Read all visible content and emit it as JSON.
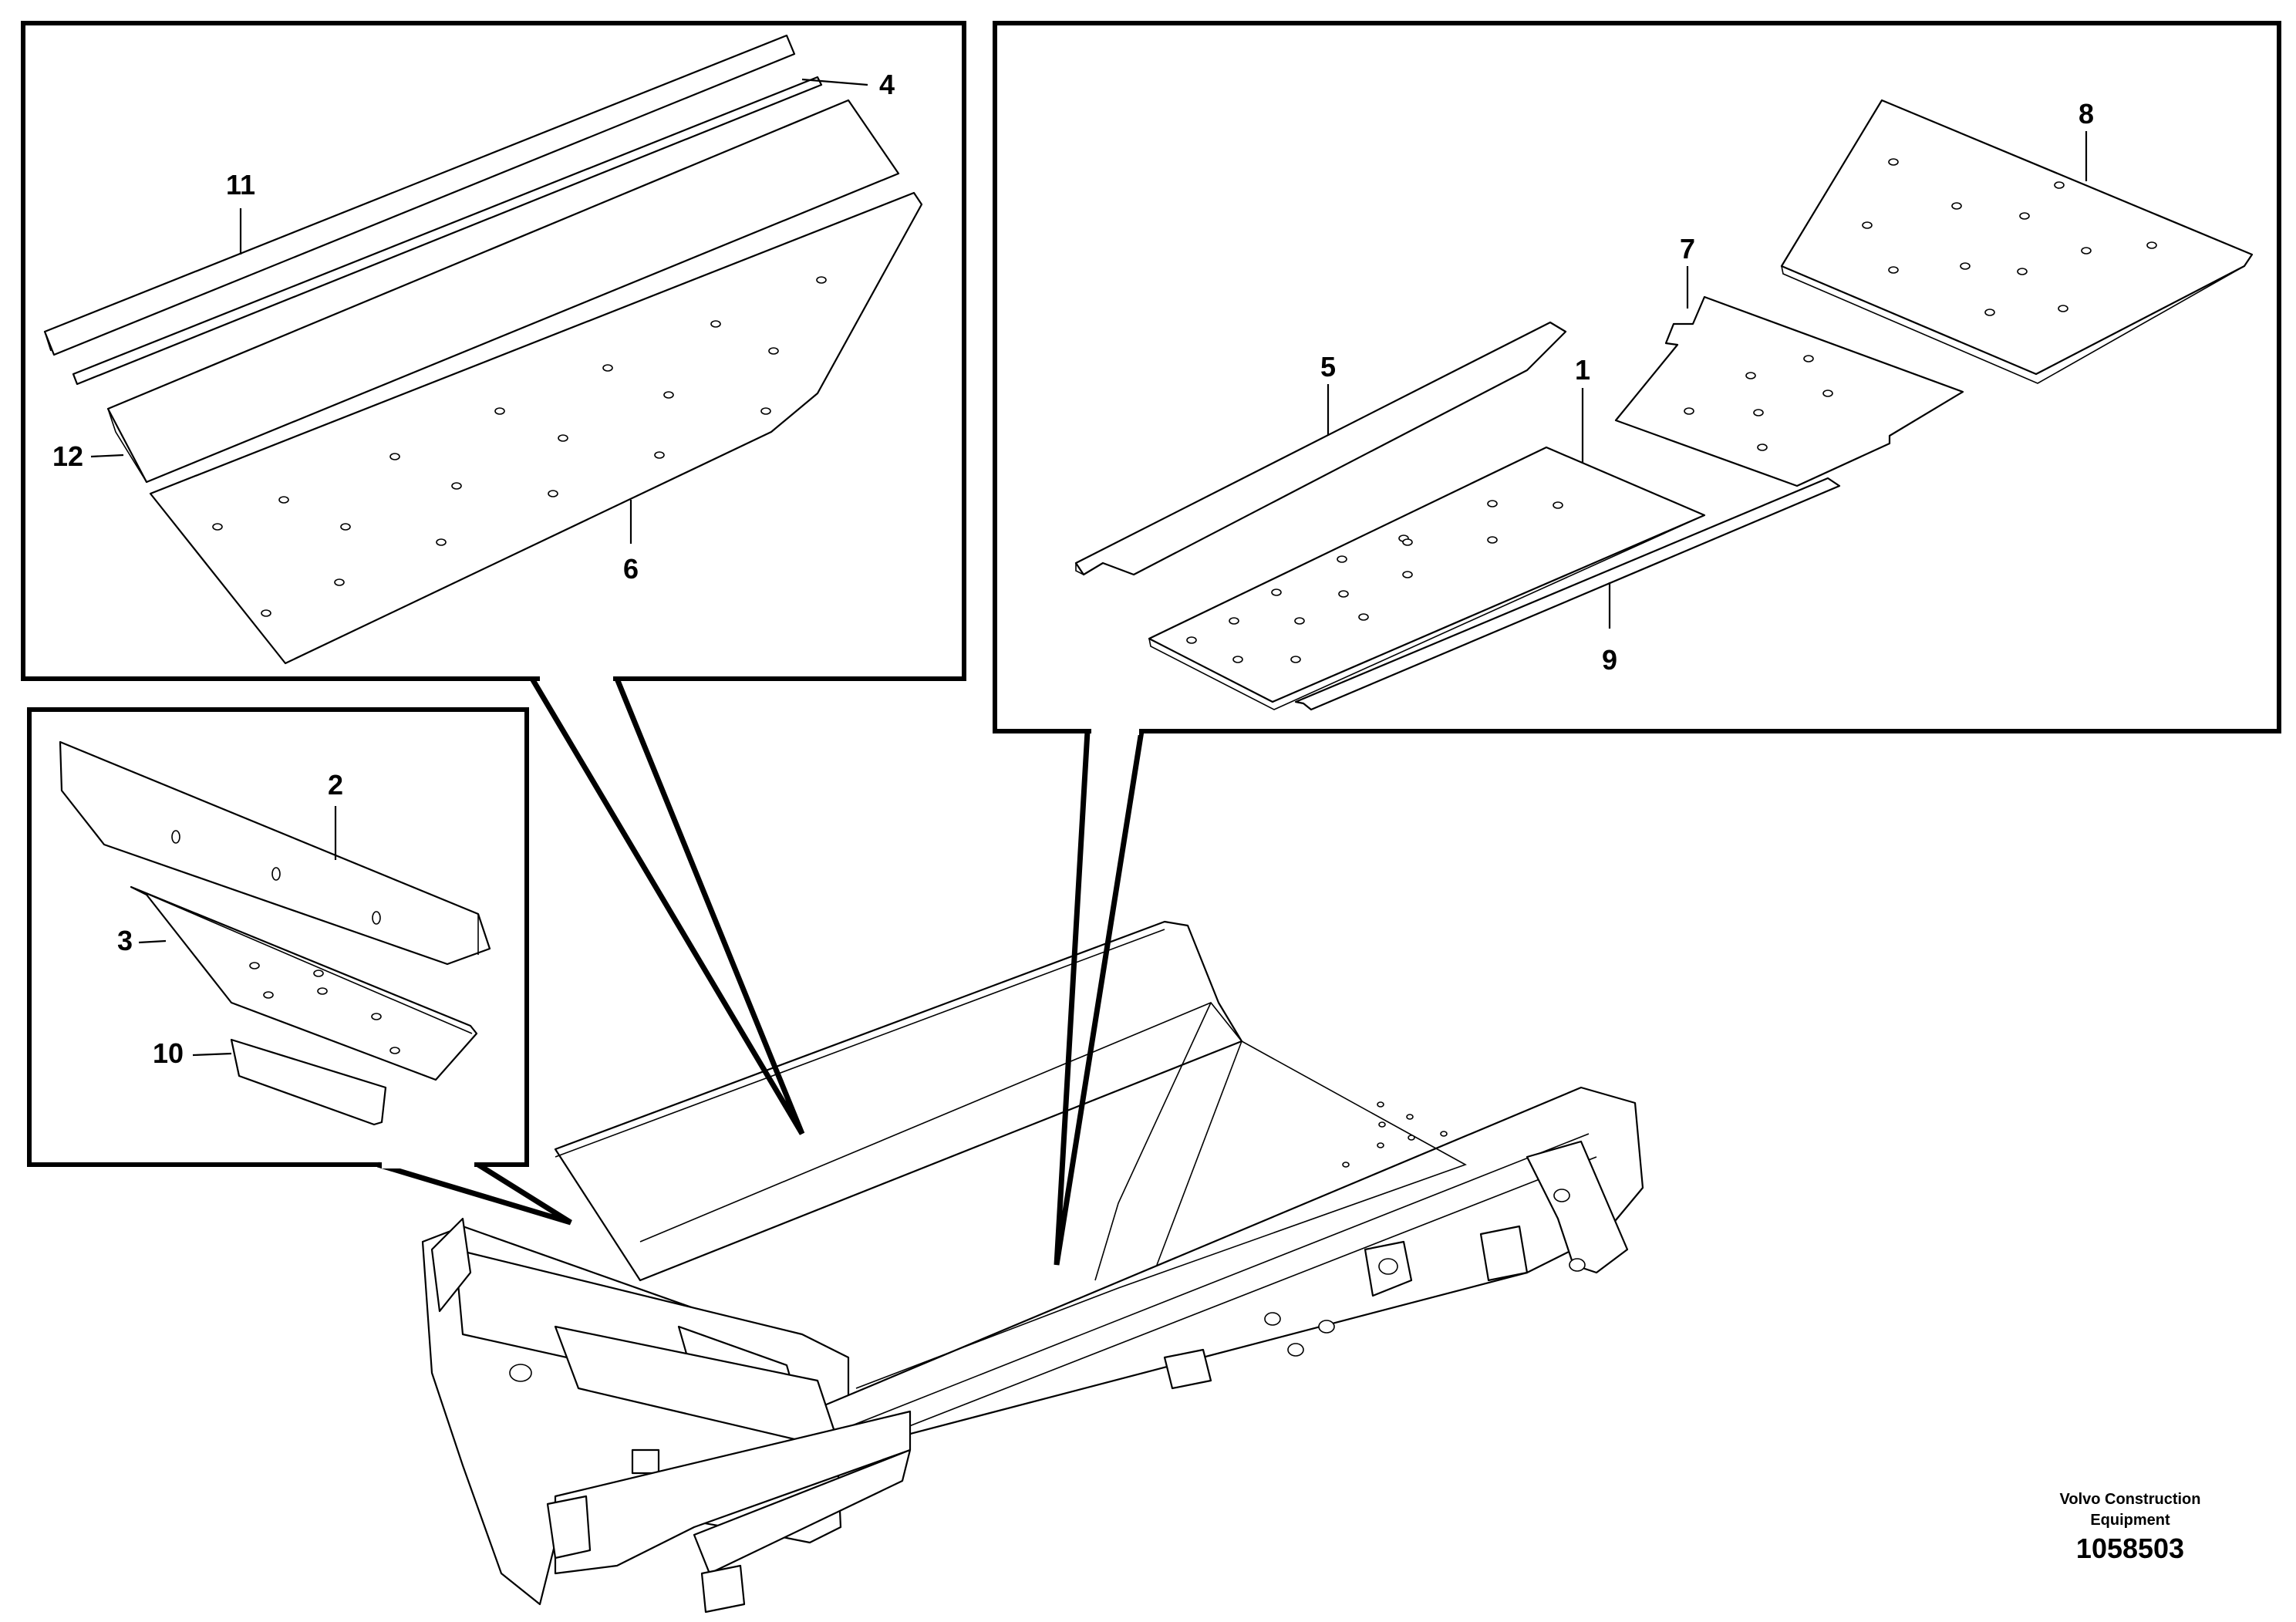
{
  "callouts": {
    "c1": "1",
    "c2": "2",
    "c3": "3",
    "c4": "4",
    "c5": "5",
    "c6": "6",
    "c7": "7",
    "c8": "8",
    "c9": "9",
    "c10": "10",
    "c11": "11",
    "c12": "12"
  },
  "footer": {
    "company_line1": "Volvo Construction",
    "company_line2": "Equipment",
    "document_number": "1058503"
  }
}
